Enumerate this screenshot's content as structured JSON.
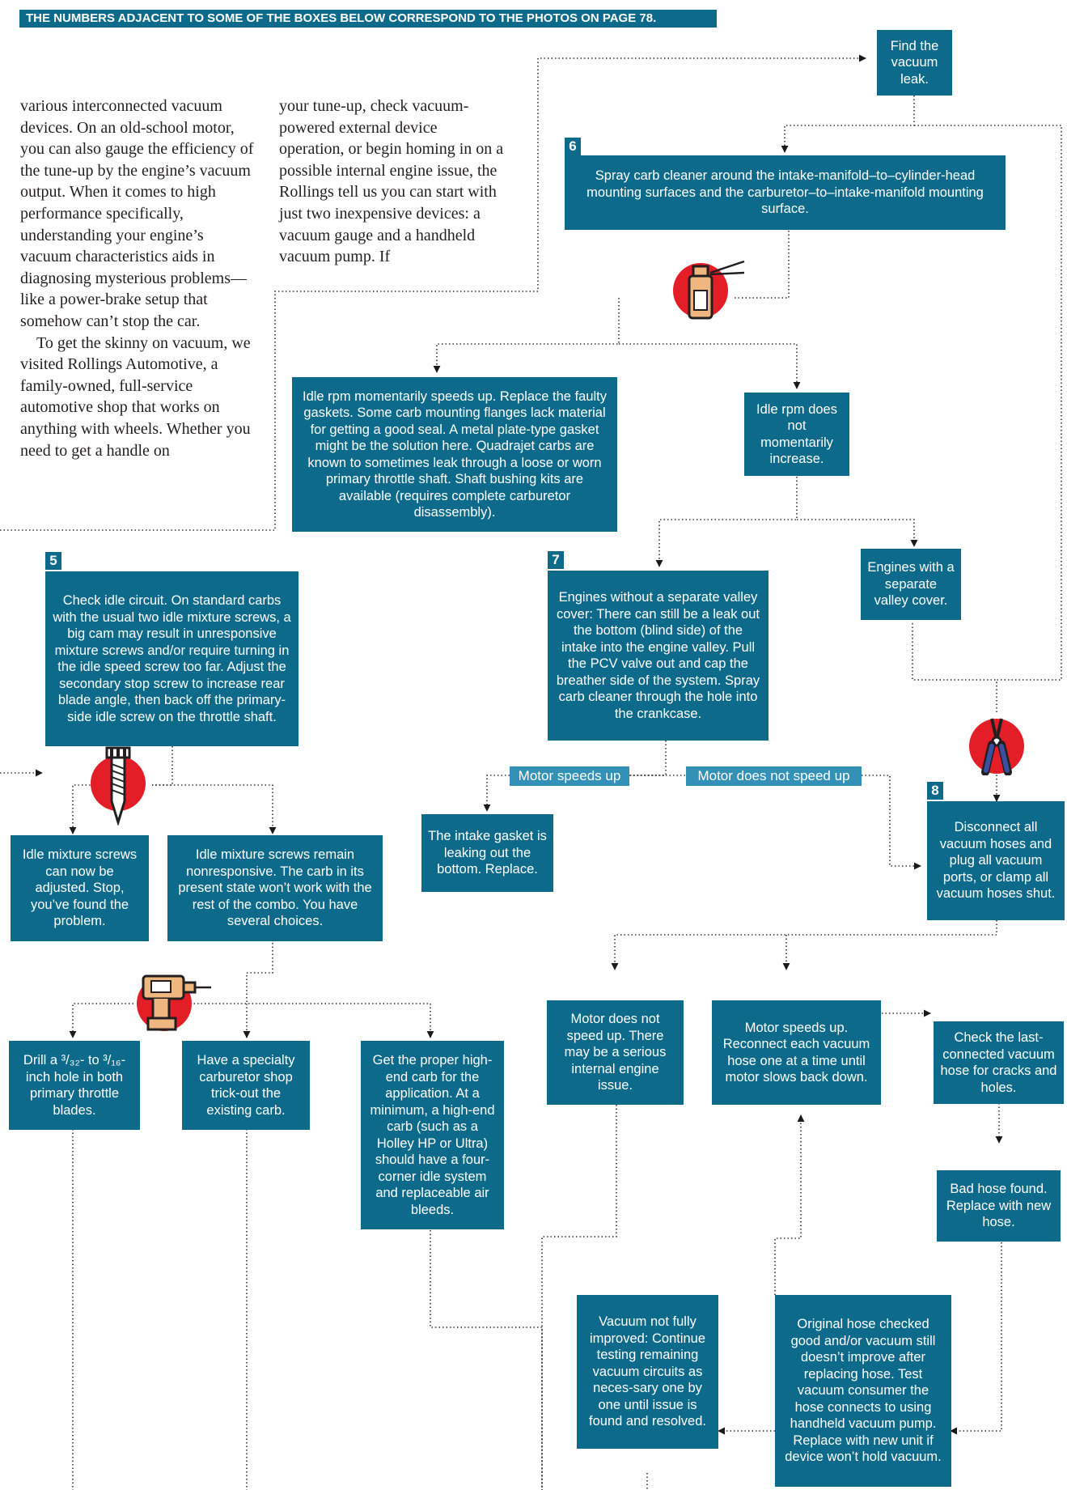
{
  "banner": "THE NUMBERS ADJACENT TO SOME OF THE BOXES BELOW CORRESPOND TO THE PHOTOS ON PAGE 78.",
  "article": {
    "col1_p1": "various interconnected vacuum devices. On an old-school motor, you can also gauge the efficiency of the tune-up by the engine’s vacuum output. When it comes to high performance specifically, understanding your engine’s vacuum characteristics aids in diagnosing mysterious problems—like a power-brake setup that somehow can’t stop the car.",
    "col1_p2": "To get the skinny on vacuum, we visited Rollings Automotive, a family-owned, full-service automotive shop that works on anything with wheels. Whether you need to get a handle on",
    "col2": "your tune-up, check vacuum-powered external device operation, or begin homing in on a possible internal engine issue, the Rollings tell us you can start with just two inexpensive devices: a vacuum gauge and a handheld vacuum pump. If"
  },
  "badges": {
    "b5": "5",
    "b6": "6",
    "b7": "7",
    "b8": "8"
  },
  "labels": {
    "motor_speeds_up": "Motor speeds up",
    "motor_not_speed_up": "Motor does not speed up"
  },
  "boxes": {
    "find_leak": "Find the vacuum leak.",
    "spray_carb": "Spray carb cleaner around the intake-manifold–to–cylinder-head mounting surfaces and the carburetor–to–intake-manifold mounting surface.",
    "idle_speeds": "Idle rpm momentarily speeds up. Replace the faulty gaskets. Some carb mounting flanges lack material for getting a good seal. A metal plate-type gasket might be the solution here. Quadrajet carbs are known to sometimes leak through a loose or worn primary throttle shaft. Shaft bushing kits are available (requires complete carburetor disassembly).",
    "idle_no_increase": "Idle rpm does not momentarily increase.",
    "engines_without": "Engines without a separate valley cover: There can still be a leak out the bottom (blind side) of the intake into the engine valley. Pull the PCV valve out and cap the breather side of the system. Spray carb cleaner through the hole into the crankcase.",
    "engines_with": "Engines with a separate valley cover.",
    "intake_gasket": "The intake gasket is leaking out the bottom. Replace.",
    "disconnect": "Disconnect all vacuum hoses and plug all vacuum ports, or clamp all vacuum hoses shut.",
    "check_idle": "Check idle circuit. On standard carbs with the usual two idle mixture screws, a big cam may result in unresponsive mixture screws and/or require turning in the idle speed screw too far. Adjust the secondary stop screw to increase rear blade angle, then back off the primary-side idle screw on the throttle shaft.",
    "idle_adjusted": "Idle mixture screws can now be adjusted. Stop, you’ve found the problem.",
    "idle_nonresponsive": "Idle mixture screws remain nonresponsive. The carb in its present state won’t work with the rest of the combo. You have several choices.",
    "drill": "Drill a ³/₃₂- to ³/₁₆-inch hole in both primary throttle blades.",
    "specialty": "Have a specialty carburetor shop trick-out the existing carb.",
    "proper_carb": "Get the proper high-end carb for the application. At a minimum, a high-end carb (such as a Holley HP or Ultra) should have a four-corner idle system and replaceable air bleeds.",
    "motor_not_speed": "Motor does not speed up. There may be a serious internal engine issue.",
    "motor_speeds_reconnect": "Motor speeds up. Reconnect each vacuum hose one at a time until motor slows back down.",
    "check_last": "Check the last-connected vacuum hose for cracks and holes.",
    "bad_hose": "Bad hose found. Replace with new hose.",
    "vacuum_not_improved": "Vacuum not fully improved: Continue testing remaining vacuum circuits as neces-sary one by one until issue is found and resolved.",
    "original_hose": "Original hose checked good and/or vacuum still doesn’t improve after replacing hose. Test vacuum consumer the hose connects to using handheld vacuum pump. Replace with new unit if device won’t hold vacuum."
  },
  "icons": [
    "spray-can-icon",
    "hose-clamp-pliers-icon",
    "screw-icon",
    "drill-icon"
  ],
  "colors": {
    "box": "#0e6a8a",
    "label": "#3390b7",
    "icon_circle": "#e41e26"
  }
}
